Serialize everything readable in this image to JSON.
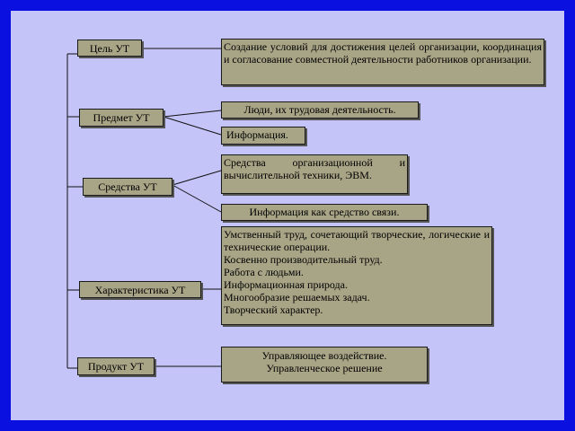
{
  "categories": [
    {
      "label": "Цель УТ"
    },
    {
      "label": "Предмет УТ"
    },
    {
      "label": "Средства УТ"
    },
    {
      "label": "Характеристика УТ"
    },
    {
      "label": "Продукт УТ"
    }
  ],
  "descriptions": {
    "goal": "Создание условий для достижения целей организации, координация и согласование совместной деятельности работников организации.",
    "subject_people": "Люди, их трудовая деятельность.",
    "subject_info": "Информация.",
    "means_computers": "Средства организационной и вычислительной техники, ЭВМ.",
    "means_info": "Информация как средство связи.",
    "characteristics": [
      "Умственный труд, сочетающий творческие, логические и технические операции.",
      "Косвенно производительный труд.",
      "Работа с людьми.",
      "Информационная природа.",
      "Многообразие решаемых задач.",
      "Творческий характер."
    ],
    "product": [
      "Управляющее воздействие.",
      "Управленческое решение"
    ]
  }
}
